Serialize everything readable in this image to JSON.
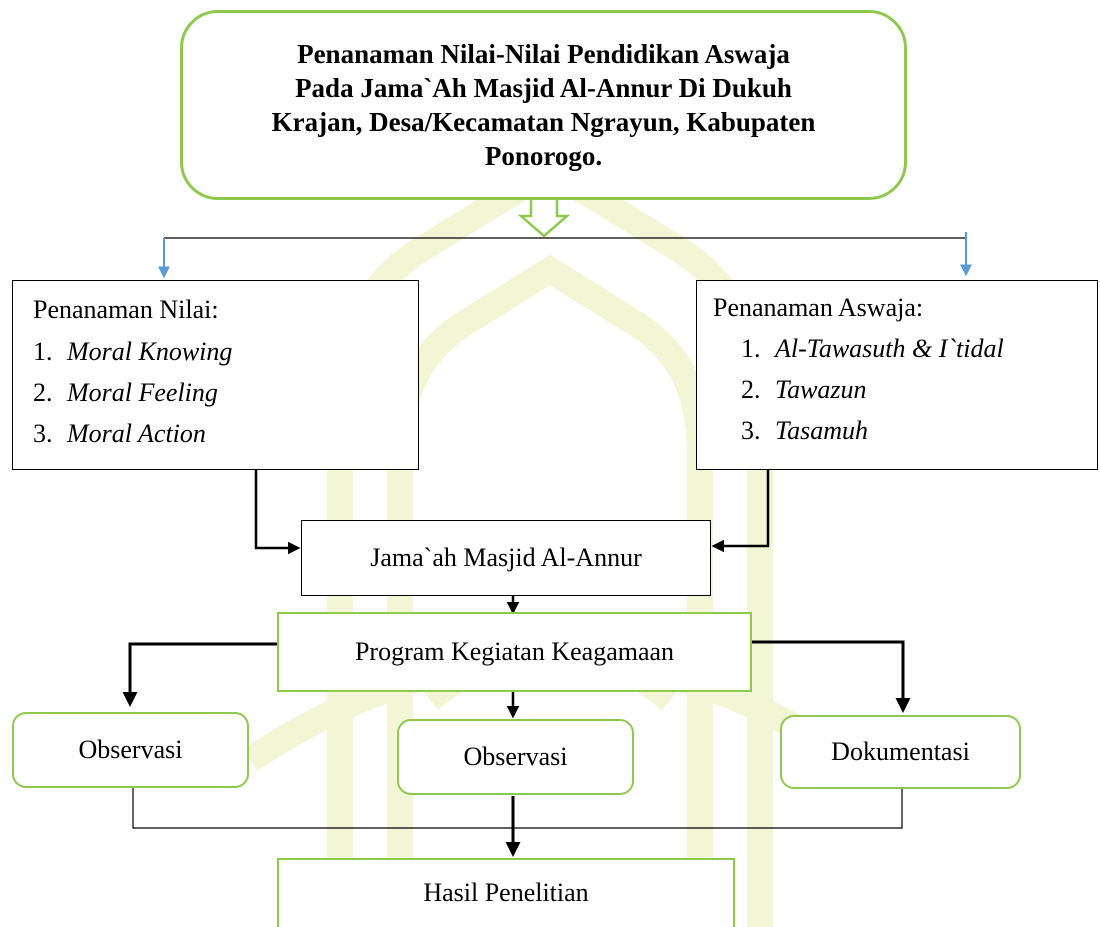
{
  "title": {
    "lines": [
      "Penanaman Nilai-Nilai Pendidikan Aswaja",
      "Pada Jama`Ah Masjid Al-Annur Di Dukuh",
      "Krajan, Desa/Kecamatan Ngrayun, Kabupaten",
      "Ponorogo."
    ]
  },
  "nilai": {
    "heading": "Penanaman Nilai:",
    "items": [
      {
        "num": "1.",
        "text": "Moral Knowing"
      },
      {
        "num": "2.",
        "text": "Moral Feeling"
      },
      {
        "num": "3.",
        "text": "Moral Action"
      }
    ]
  },
  "aswaja": {
    "heading": "Penanaman Aswaja:",
    "items": [
      {
        "num": "1.",
        "text": "Al-Tawasuth & I`tidal"
      },
      {
        "num": "2.",
        "text": "Tawazun"
      },
      {
        "num": "3.",
        "text": "Tasamuh"
      }
    ]
  },
  "jamaah": "Jama`ah Masjid Al-Annur",
  "program": "Program Kegiatan Keagamaan",
  "methods": {
    "left": "Observasi",
    "middle": "Observasi",
    "right": "Dokumentasi"
  },
  "hasil": "Hasil Penelitian",
  "colors": {
    "green_border": "#8ec94e",
    "blue_arrow": "#5b9bd5",
    "watermark": "#f3f7d8"
  }
}
